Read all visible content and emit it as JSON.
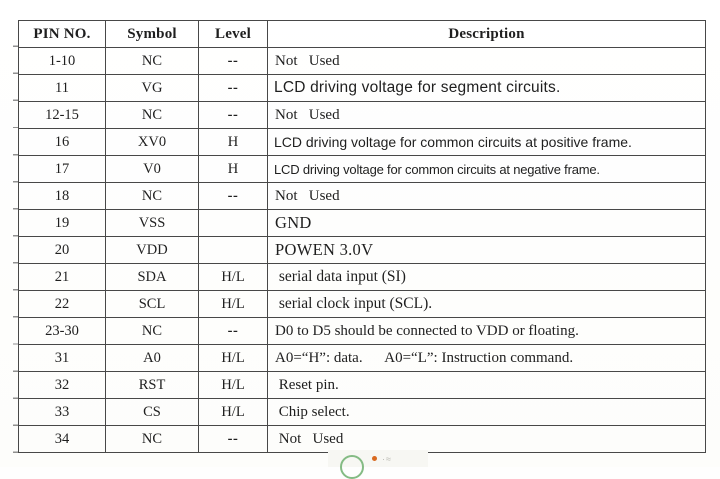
{
  "colors": {
    "table_border": "#484848",
    "text": "#1f1f1f",
    "watermark_green": "#84bb84",
    "watermark_orange": "#d96a20"
  },
  "table": {
    "headers": {
      "pin": "PIN NO.",
      "symbol": "Symbol",
      "level": "Level",
      "description": "Description"
    },
    "rows": [
      {
        "pin": "1-10",
        "symbol": "NC",
        "level": "--",
        "desc": "Not   Used"
      },
      {
        "pin": "11",
        "symbol": "VG",
        "level": "--",
        "desc": "LCD driving voltage for segment circuits."
      },
      {
        "pin": "12-15",
        "symbol": "NC",
        "level": "--",
        "desc": "Not   Used"
      },
      {
        "pin": "16",
        "symbol": "XV0",
        "level": "H",
        "desc": "LCD driving voltage for common circuits at positive frame."
      },
      {
        "pin": "17",
        "symbol": "V0",
        "level": "H",
        "desc": "LCD driving voltage for common circuits at negative frame."
      },
      {
        "pin": "18",
        "symbol": "NC",
        "level": "--",
        "desc": "Not   Used"
      },
      {
        "pin": "19",
        "symbol": "VSS",
        "level": "",
        "desc": "GND"
      },
      {
        "pin": "20",
        "symbol": "VDD",
        "level": "",
        "desc": "POWEN 3.0V"
      },
      {
        "pin": "21",
        "symbol": "SDA",
        "level": "H/L",
        "desc": " serial data input (SI)"
      },
      {
        "pin": "22",
        "symbol": "SCL",
        "level": "H/L",
        "desc": " serial clock input (SCL)."
      },
      {
        "pin": "23-30",
        "symbol": "NC",
        "level": "--",
        "desc": "D0 to D5 should be connected to VDD or floating."
      },
      {
        "pin": "31",
        "symbol": "A0",
        "level": "H/L",
        "desc": "A0=“H”: data.      A0=“L”: Instruction command."
      },
      {
        "pin": "32",
        "symbol": "RST",
        "level": "H/L",
        "desc": " Reset pin."
      },
      {
        "pin": "33",
        "symbol": "CS",
        "level": "H/L",
        "desc": " Chip select."
      },
      {
        "pin": "34",
        "symbol": "NC",
        "level": "--",
        "desc": " Not   Used"
      }
    ]
  }
}
